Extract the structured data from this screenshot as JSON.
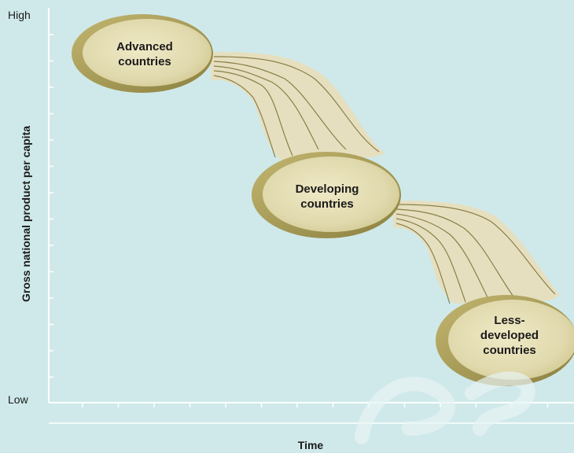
{
  "axes": {
    "y_high_label": "High",
    "y_low_label": "Low",
    "y_title": "Gross national product per capita",
    "x_title": "Time"
  },
  "nodes": [
    {
      "line1": "Advanced",
      "line2": "countries",
      "line3": ""
    },
    {
      "line1": "Developing",
      "line2": "countries",
      "line3": ""
    },
    {
      "line1": "Less-",
      "line2": "developed",
      "line3": "countries"
    }
  ],
  "colors": {
    "background": "#cfe9ea",
    "ellipse_fill": "#e3ddb4",
    "ellipse_rim": "#a69a55",
    "flow_fill": "#e6dfbf",
    "flow_line": "#8a7f48",
    "axis": "#ffffff"
  }
}
